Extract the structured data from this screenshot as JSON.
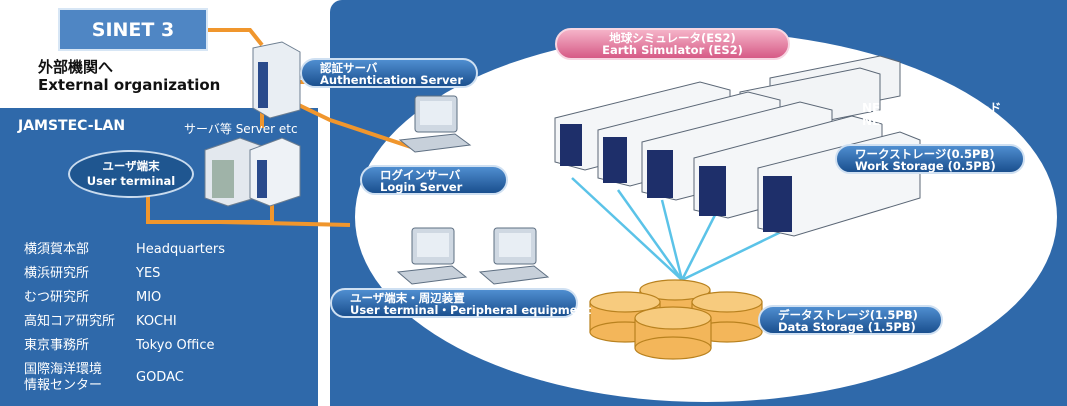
{
  "sinet": {
    "label": "SINET 3"
  },
  "external": {
    "label_jp": "外部機関へ",
    "label_en": "External organization"
  },
  "jamstec_lan": {
    "title": "JAMSTEC-LAN",
    "server_label": "サーバ等 Server etc",
    "user_terminal_jp": "ユーザ端末",
    "user_terminal_en": "User terminal",
    "sites": [
      {
        "jp": "横須賀本部",
        "en": "Headquarters"
      },
      {
        "jp": "横浜研究所",
        "en": "YES"
      },
      {
        "jp": "むつ研究所",
        "en": "MIO"
      },
      {
        "jp": "高知コア研究所",
        "en": "KOCHI"
      },
      {
        "jp": "東京事務所",
        "en": "Tokyo Office"
      },
      {
        "jp": "国際海洋環境\n情報センター",
        "en": "GODAC"
      }
    ]
  },
  "auth_server": {
    "jp": "認証サーバ",
    "en": "Authentication Server"
  },
  "login_server": {
    "jp": "ログインサーバ",
    "en": "Login Server"
  },
  "earth_simulator": {
    "jp": "地球シミュレータ(ES2)",
    "en": "Earth Simulator (ES2)"
  },
  "nec": {
    "jp": "NEC SX-9/E 160ノード",
    "en": "NEC SX-9/E 160node"
  },
  "work_storage": {
    "jp": "ワークストレージ(0.5PB)",
    "en": "Work Storage (0.5PB)"
  },
  "user_peripheral": {
    "jp": "ユーザ端末・周辺装置",
    "en": "User terminal・Peripheral equipment"
  },
  "data_storage": {
    "jp": "データストレージ(1.5PB)",
    "en": "Data Storage (1.5PB)"
  },
  "colors": {
    "panel_blue": "#2f69aa",
    "link_orange": "#f0962d",
    "link_cyan": "#5bc3e8",
    "storage_orange": "#f3b65a",
    "es_pink": "#d65a86"
  }
}
